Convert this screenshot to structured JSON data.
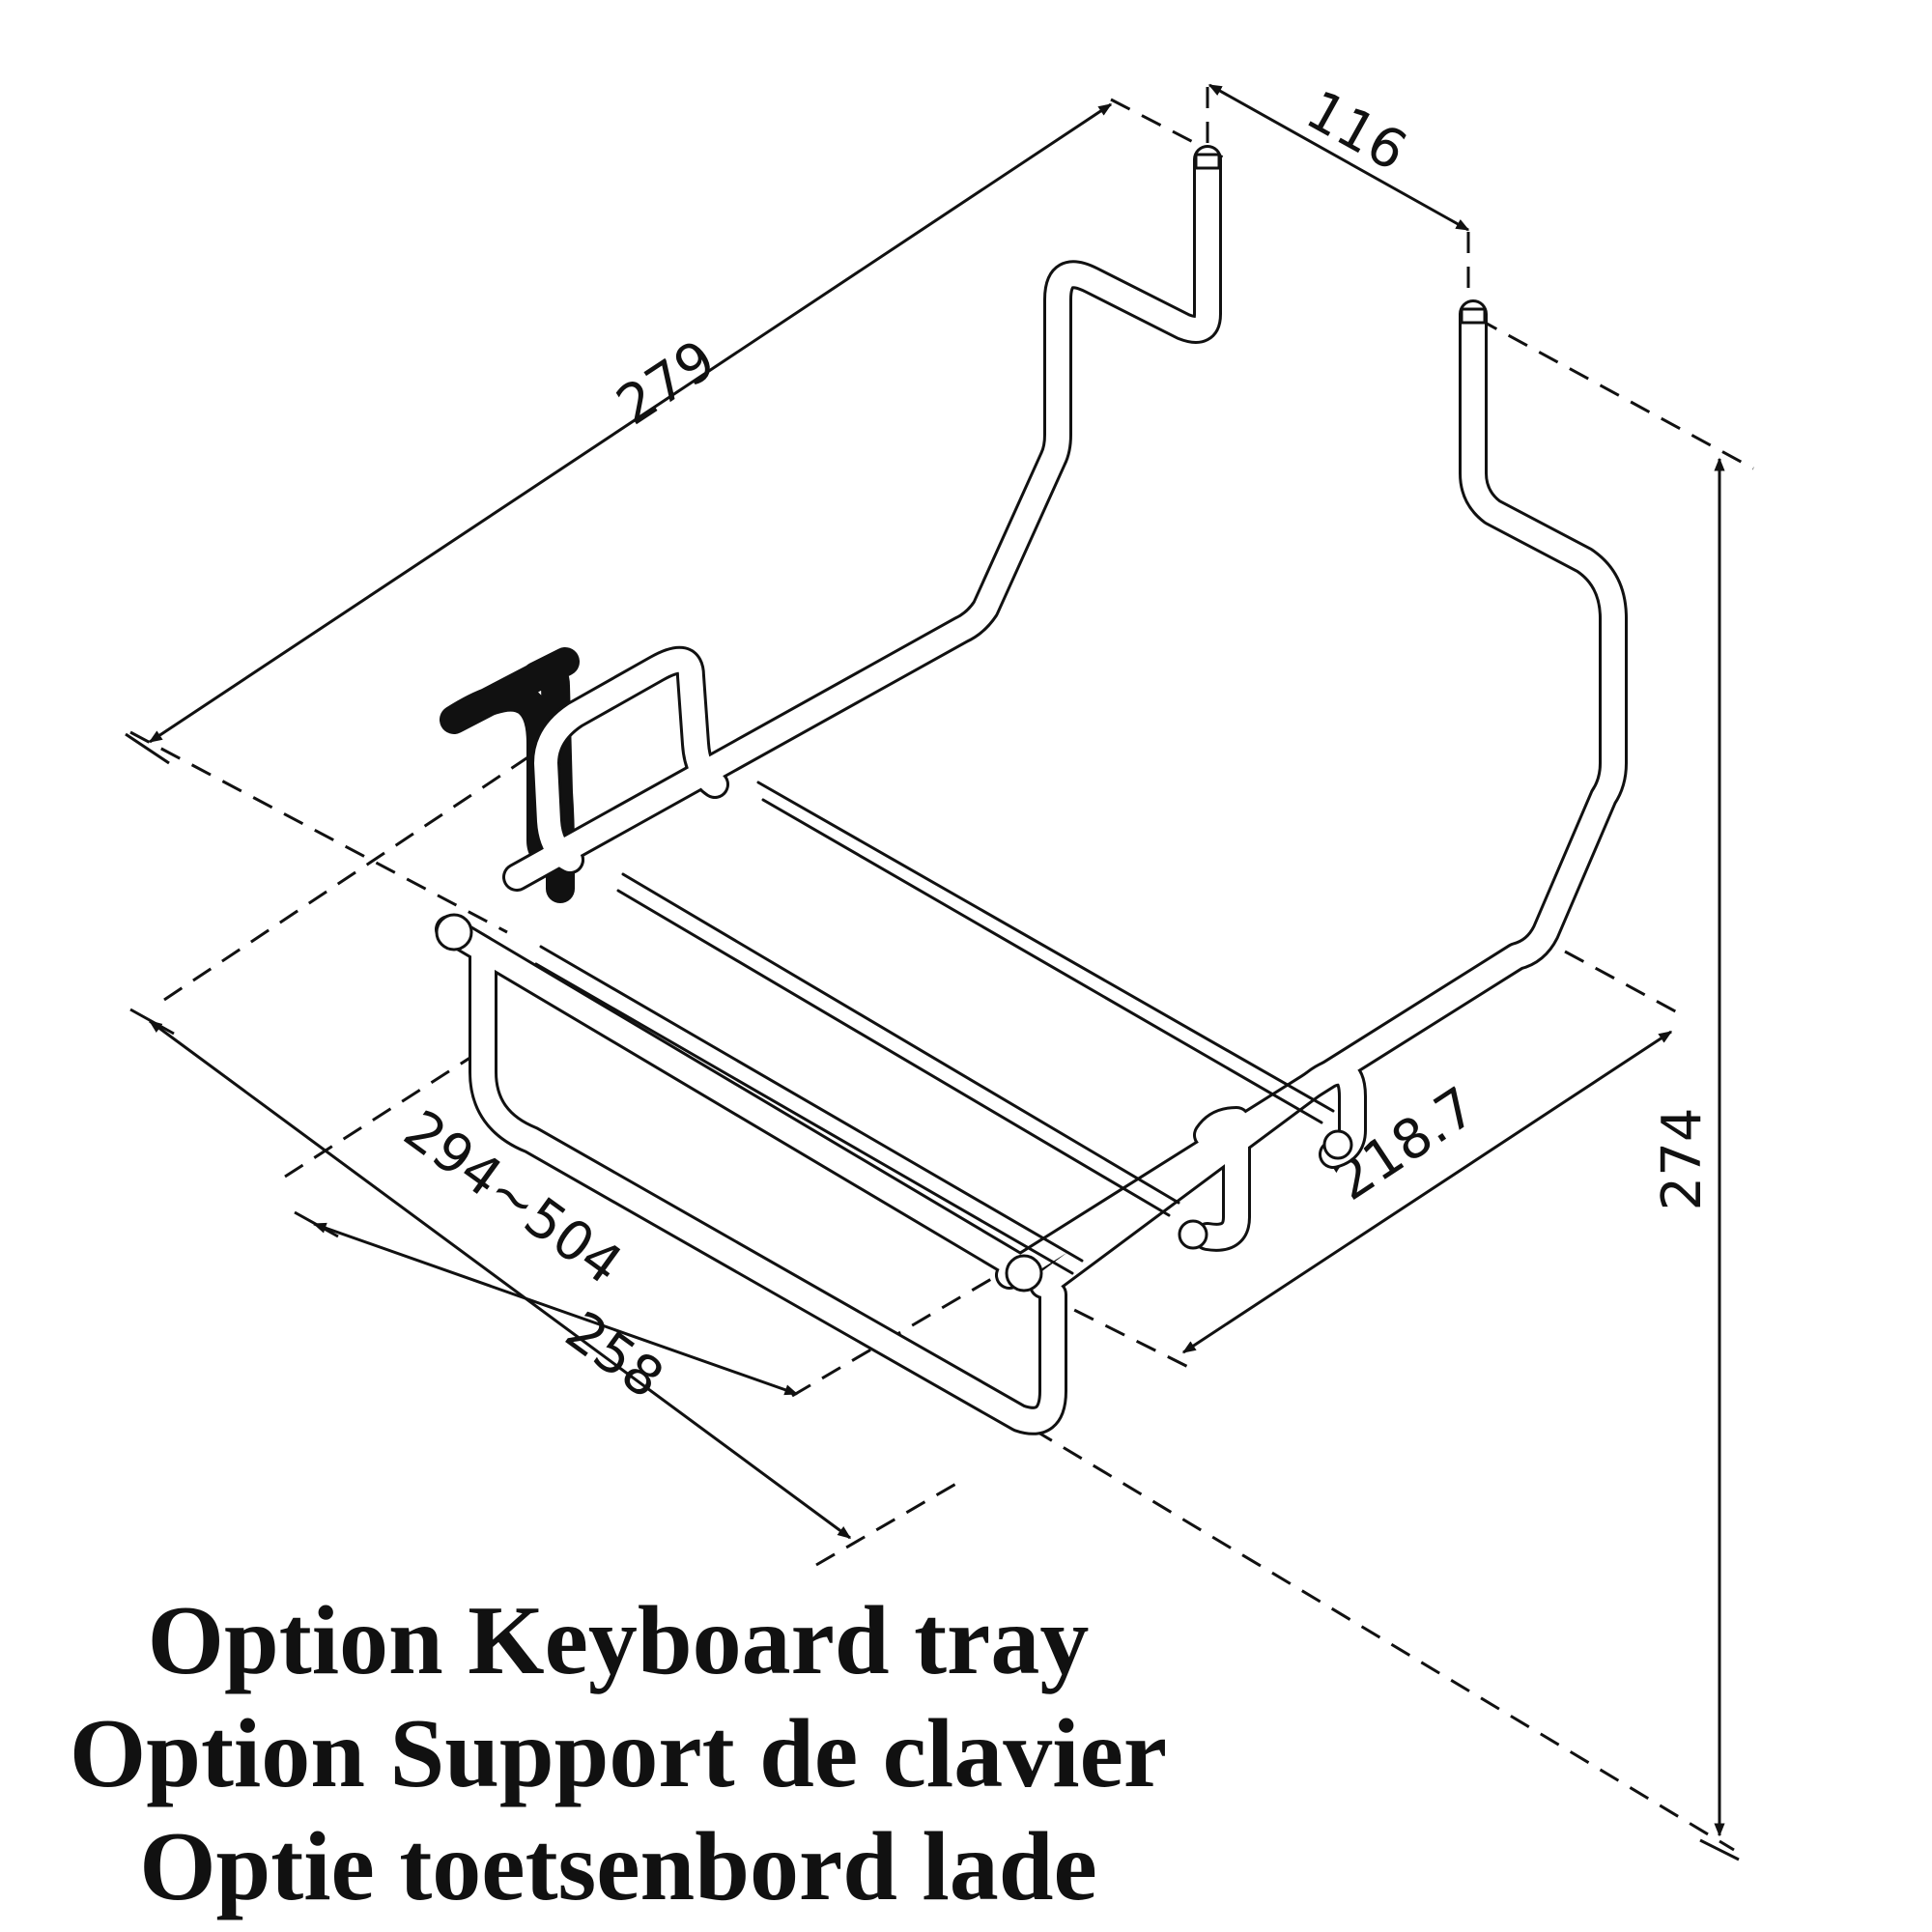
{
  "dimensions": {
    "depth": "279",
    "offset": "116",
    "height": "274",
    "width_adjustable": "294~504",
    "width_tray": "258",
    "tray_depth": "218.7"
  },
  "caption": {
    "line_en": "Option Keyboard tray",
    "line_fr": "Option Support de clavier",
    "line_nl": "Optie toetsenbord lade"
  }
}
